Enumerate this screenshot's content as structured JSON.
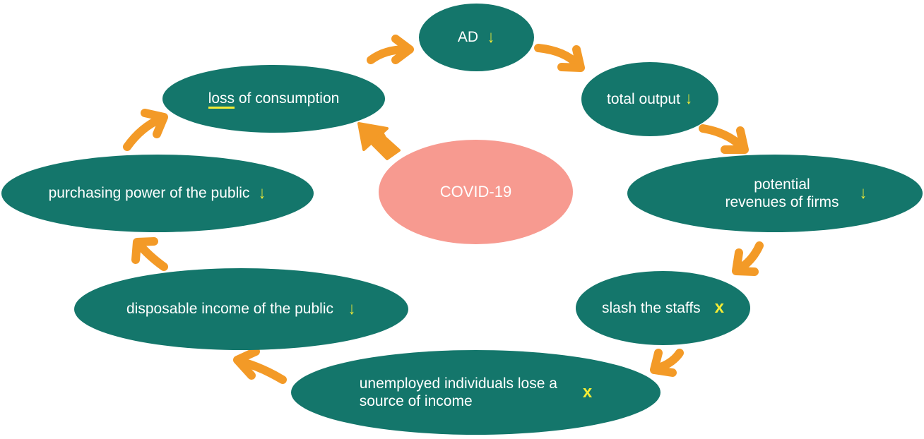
{
  "colors": {
    "node_fill": "#14766b",
    "center_fill": "#f79a90",
    "arrow": "#f39a27",
    "marker": "#f4ec35",
    "text": "#ffffff"
  },
  "center": {
    "label": "COVID-19"
  },
  "nodes": {
    "ad": {
      "label": "AD",
      "marker": "↓"
    },
    "total_output": {
      "label": "total output",
      "marker": "↓"
    },
    "potential_revenues": {
      "line1": "potential",
      "line2": "revenues of firms",
      "marker": "↓"
    },
    "slash_staffs": {
      "label": "slash the staffs",
      "marker": "x"
    },
    "unemployed": {
      "line1": "unemployed individuals lose a",
      "line2": "source of income",
      "marker": "x"
    },
    "disposable_income": {
      "label": "disposable income of the public",
      "marker": "↓"
    },
    "purchasing_power": {
      "label": "purchasing power of the public",
      "marker": "↓"
    },
    "loss_of_consumption": {
      "highlight": "loss",
      "rest": " of consumption"
    }
  }
}
